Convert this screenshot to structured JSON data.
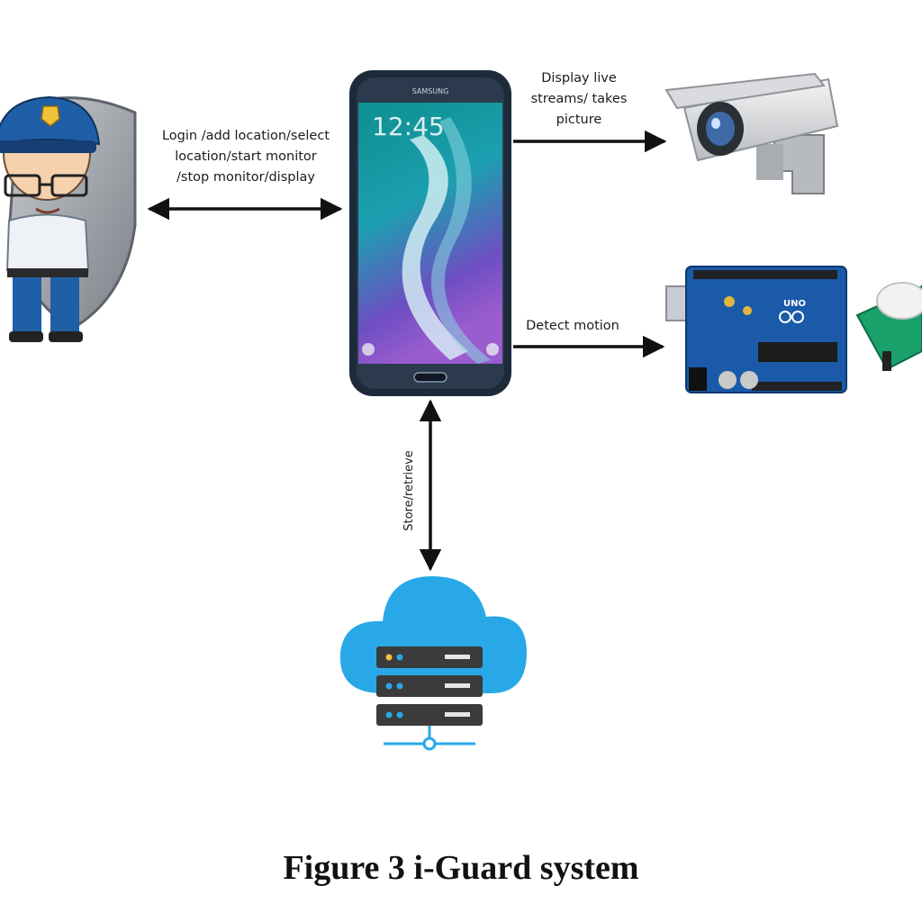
{
  "diagram": {
    "labels": {
      "user_to_phone": [
        "Login /add location/select",
        "location/start monitor",
        "/stop monitor/display"
      ],
      "phone_to_camera": [
        "Display live",
        "streams/ takes",
        "picture"
      ],
      "phone_to_arduino": "Detect motion",
      "phone_to_cloud": "Store/retrieve"
    },
    "phone_screen": {
      "time": "12:45",
      "brand": "SAMSUNG"
    },
    "arduino_logo_text": "UNO"
  },
  "caption": "Figure 3 i-Guard system",
  "colors": {
    "arrow": "#111111",
    "cloud": "#29a8e8",
    "server": "#3b3b3b",
    "guard_uniform": "#1f5fa8",
    "board": "#1a5aa8",
    "phone_body": "#1c2a3a"
  }
}
